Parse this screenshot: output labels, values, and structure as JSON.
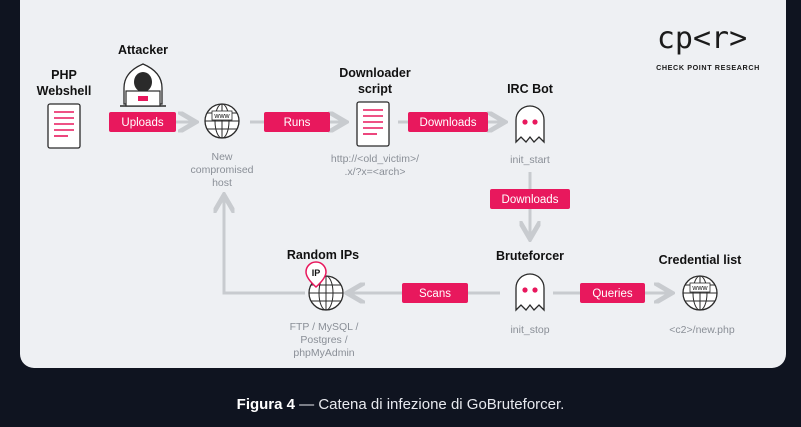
{
  "brand": {
    "main": "cp<r>",
    "sub": "CHECK POINT RESEARCH"
  },
  "nodes": {
    "php_webshell": {
      "title_line1": "PHP",
      "title_line2": "Webshell"
    },
    "attacker": {
      "title": "Attacker"
    },
    "compromised_host": {
      "sub_line1": "New",
      "sub_line2": "compromised",
      "sub_line3": "host"
    },
    "downloader": {
      "title_line1": "Downloader",
      "title_line2": "script",
      "sub_line1": "http://<old_victim>/",
      "sub_line2": ".x/?x=<arch>"
    },
    "irc_bot": {
      "title": "IRC Bot",
      "sub": "init_start"
    },
    "bruteforcer": {
      "title": "Bruteforcer",
      "sub": "init_stop"
    },
    "random_ips": {
      "title": "Random IPs",
      "sub_line1": "FTP / MySQL /",
      "sub_line2": "Postgres /",
      "sub_line3": "phpMyAdmin",
      "badge": "IP"
    },
    "credential_list": {
      "title": "Credential list",
      "sub": "<c2>/new.php"
    }
  },
  "www_badge": "www",
  "edges": {
    "uploads": "Uploads",
    "runs": "Runs",
    "downloads_1": "Downloads",
    "downloads_2": "Downloads",
    "scans": "Scans",
    "queries": "Queries"
  },
  "colors": {
    "accent": "#e8185d",
    "arrow": "#c8cbcf",
    "panel": "#eef0f3",
    "background": "#0f1420"
  },
  "icons": [
    "document-icon",
    "hacker-icon",
    "globe-icon",
    "ghost-icon",
    "pin-icon"
  ],
  "caption": {
    "bold": "Figura 4",
    "text": " — Catena di infezione di GoBruteforcer."
  }
}
